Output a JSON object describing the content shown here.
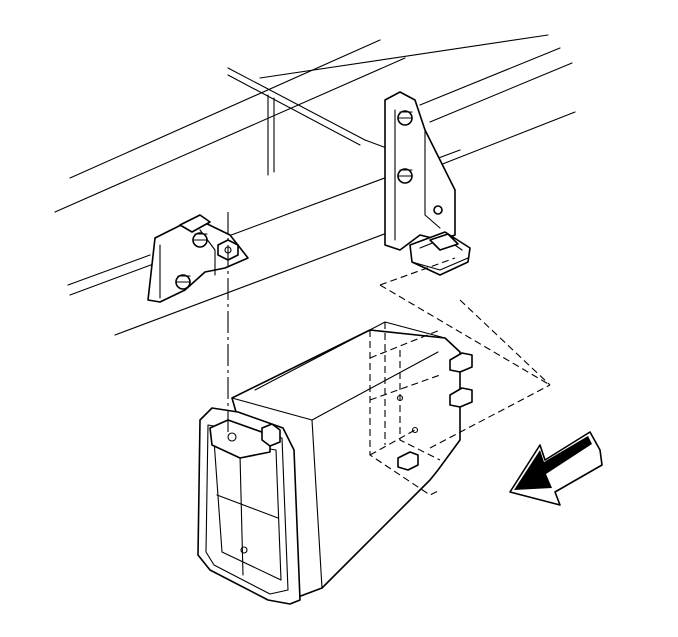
{
  "diagram": {
    "parts": [
      {
        "id": "frame-rails",
        "icon": "frame-rail-icon"
      },
      {
        "id": "rear-bracket",
        "icon": "bracket-icon"
      },
      {
        "id": "front-bracket",
        "icon": "bracket-icon"
      },
      {
        "id": "evap-canister",
        "icon": "canister-icon"
      },
      {
        "id": "vehicle-front-arrow",
        "icon": "arrow-left-icon"
      }
    ],
    "colors": {
      "line": "#000000",
      "background": "#ffffff"
    }
  }
}
